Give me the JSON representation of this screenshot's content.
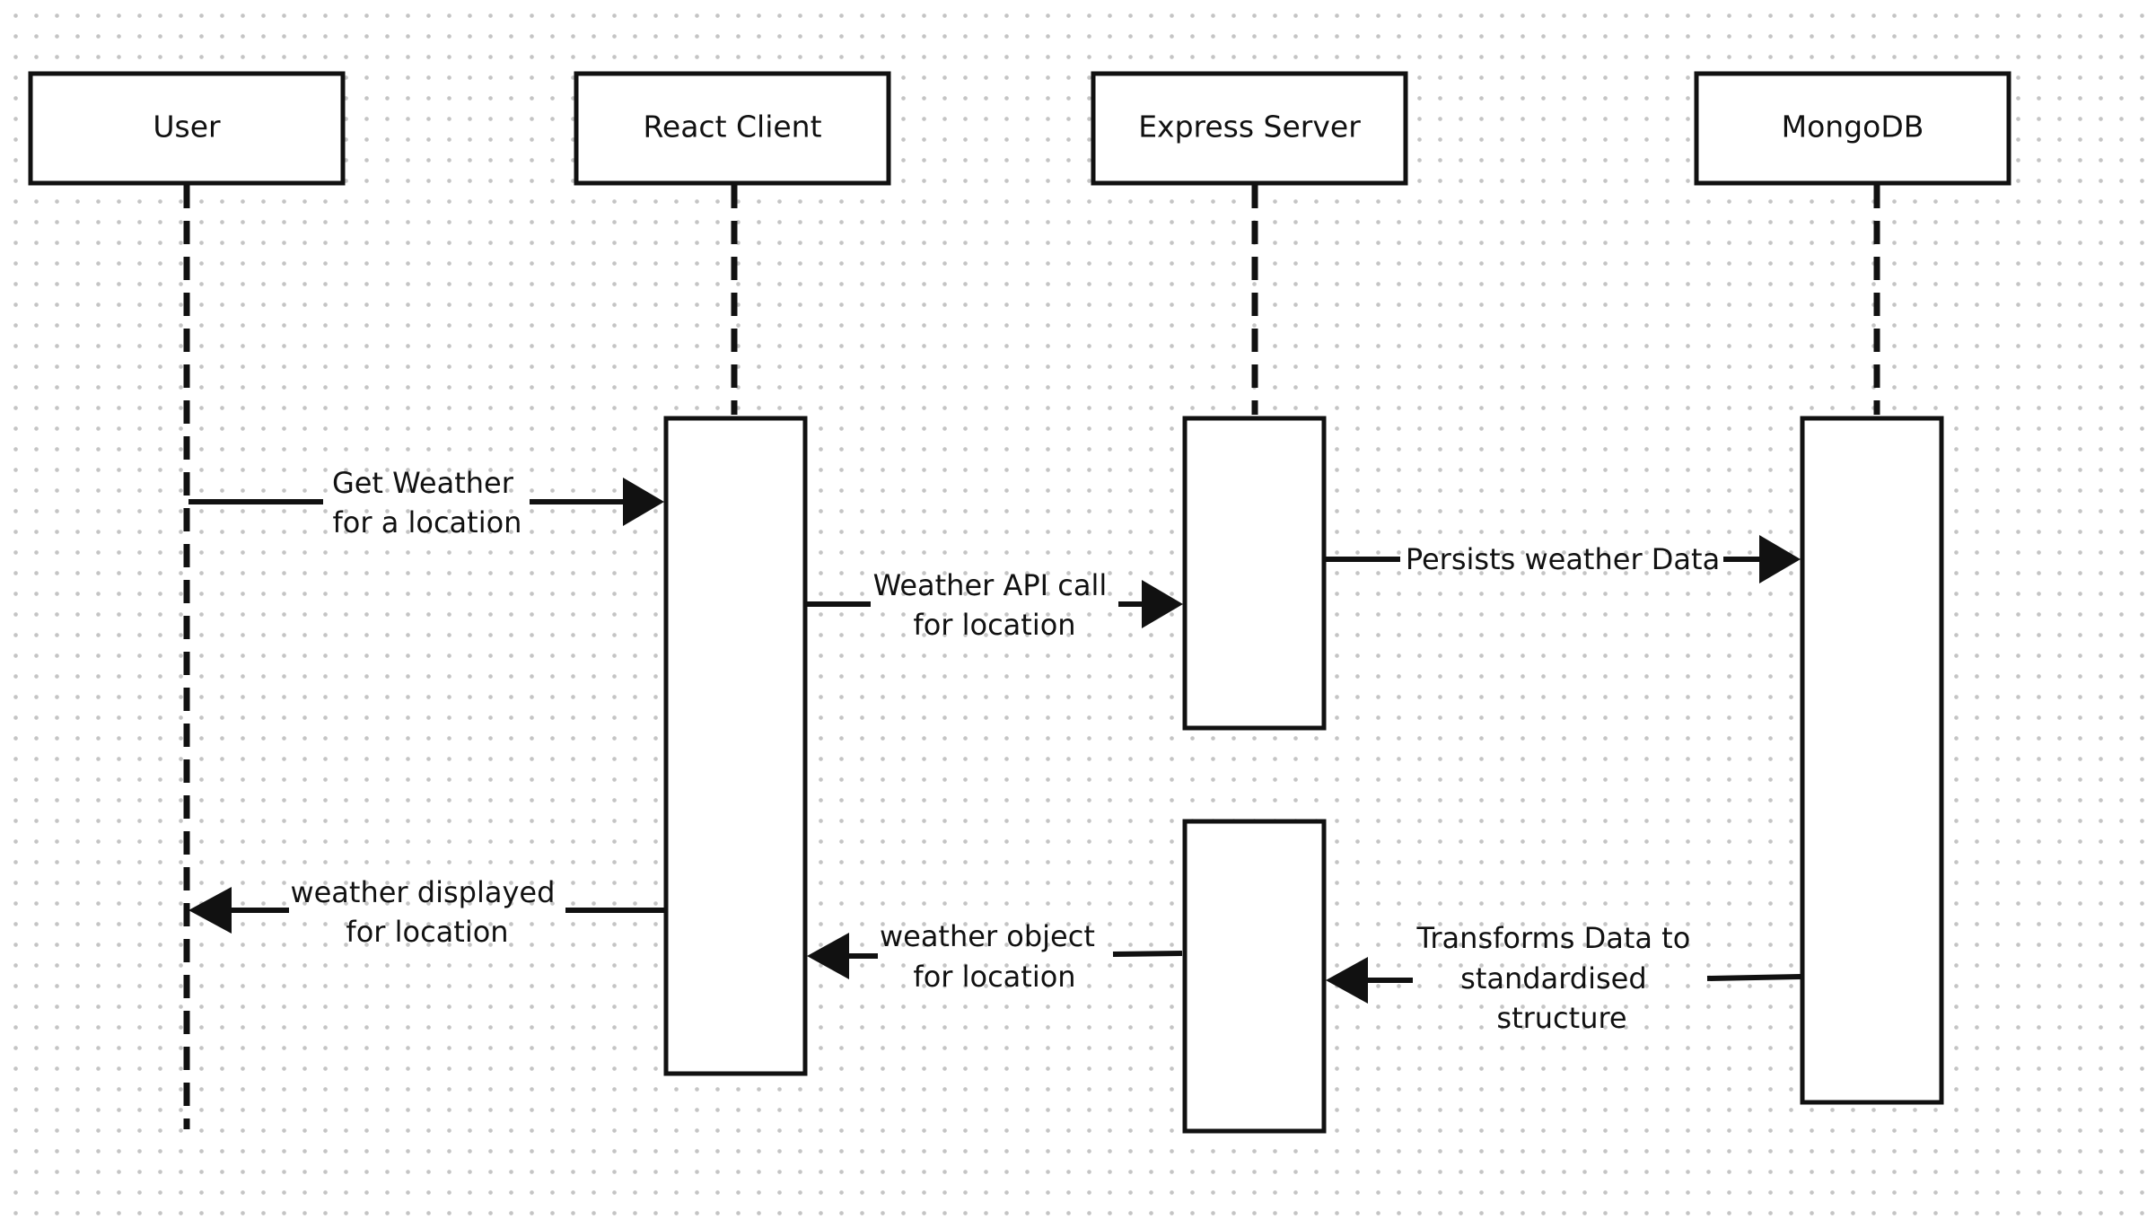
{
  "diagram": {
    "actors": [
      {
        "id": "user",
        "label": "User"
      },
      {
        "id": "react",
        "label": "React Client"
      },
      {
        "id": "express",
        "label": "Express Server"
      },
      {
        "id": "mongo",
        "label": "MongoDB"
      }
    ],
    "messages": [
      {
        "id": "get-weather",
        "lines": [
          "Get Weather",
          "for a location"
        ]
      },
      {
        "id": "weather-api-call",
        "lines": [
          "Weather API call",
          "for location"
        ]
      },
      {
        "id": "persists-data",
        "lines": [
          "Persists weather Data"
        ]
      },
      {
        "id": "transforms-data",
        "lines": [
          "Transforms Data to",
          "standardised",
          "structure"
        ]
      },
      {
        "id": "weather-object",
        "lines": [
          "weather object",
          "for location"
        ]
      },
      {
        "id": "weather-displayed",
        "lines": [
          "weather displayed",
          "for location"
        ]
      }
    ],
    "colors": {
      "stroke": "#111111",
      "box_fill": "#ffffff",
      "dot_grid": "#c4c4c4"
    }
  }
}
